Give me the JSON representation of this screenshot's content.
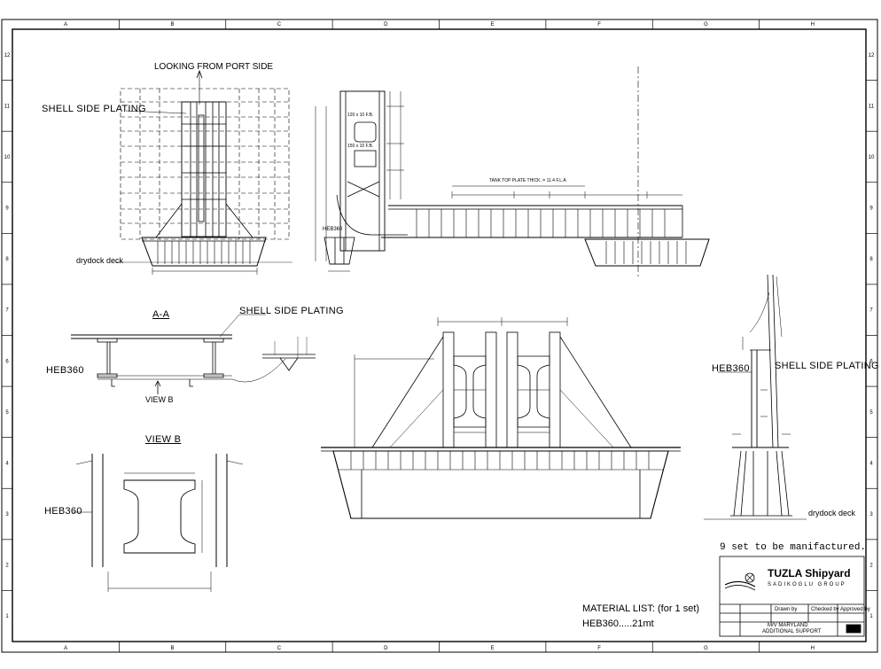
{
  "border": {
    "cols": [
      "A",
      "B",
      "C",
      "D",
      "E",
      "F",
      "G",
      "H"
    ],
    "rows": [
      "12",
      "11",
      "10",
      "9",
      "8",
      "7",
      "6",
      "5",
      "4",
      "3",
      "2",
      "1"
    ]
  },
  "views": {
    "port": {
      "title": "LOOKING FROM PORT SIDE",
      "shell_label": "SHELL SIDE PLATING",
      "deck_label": "drydock deck"
    },
    "profile": {
      "tank_top": "TANK TOP PLATE THICK. = 11.4 F.L.A",
      "heb_label": "HEB360",
      "note_fb1": "120 x 10 F.B.",
      "note_fb2": "150 x 10 F.B."
    },
    "section_aa": {
      "title": "A-A",
      "shell_label": "SHELL SIDE PLATING",
      "heb_label": "HEB360",
      "viewb_ref": "VIEW B"
    },
    "view_b": {
      "title": "VIEW B",
      "heb_label": "HEB360"
    },
    "side": {
      "heb_label": "HEB360",
      "shell_label": "SHELL SIDE PLATING",
      "deck_label": "drydock deck"
    }
  },
  "notes": {
    "manufacture": "9 set to be manifactured.",
    "material_title": "MATERIAL LIST:",
    "material_qualifier": "(for 1 set)",
    "material_item": "HEB360.....21mt"
  },
  "title_block": {
    "company": "TUZLA Shipyard",
    "group": "SADIKOGLU GROUP",
    "project_line1": "M/V MARYLAND",
    "project_line2": "ADDITIONAL SUPPORT",
    "drawn_by": "Drawn by",
    "checked_by": "Checked by",
    "approved_by": "Approved by"
  }
}
